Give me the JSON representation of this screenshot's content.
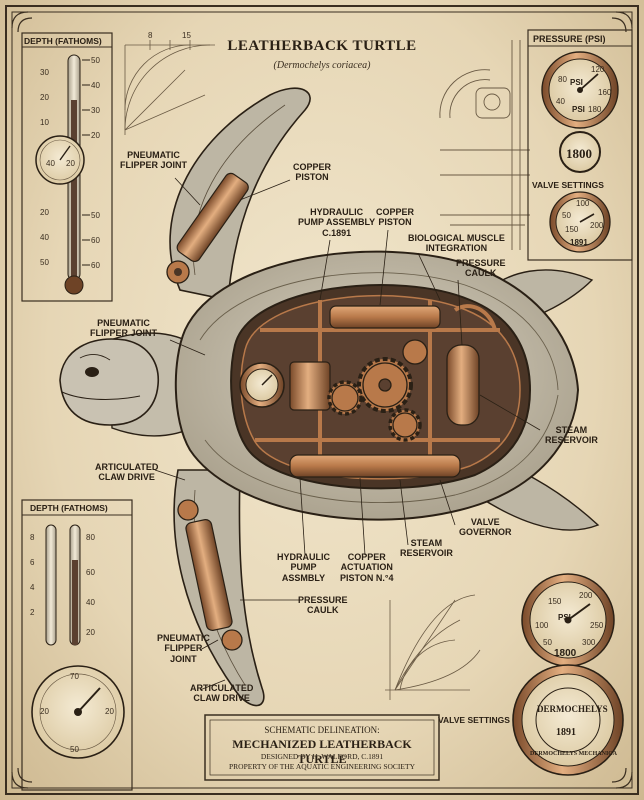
{
  "title": "LEATHERBACK TURTLE",
  "subtitle": "(Dermochelys coriacea)",
  "panels": {
    "depth_top": "DEPTH (FATHOMS)",
    "depth_bottom": "DEPTH (FATHOMS)",
    "pressure": "PRESSURE (PSI)",
    "valve_top": "VALVE SETTINGS",
    "valve_bottom": "VALVE SETTINGS"
  },
  "gauges": {
    "psi_label": "PSI",
    "counter_top": "1800",
    "counter_bottom": "1800",
    "valve_year": "1891",
    "medallion_top": "DERMOCHELYS",
    "medallion_bottom": "DERMOCHELYS MECHANICA",
    "medallion_year": "1891"
  },
  "protractor_ticks": [
    "8",
    "15"
  ],
  "labels": {
    "pneumatic_flipper_joint_top": "PNEUMATIC\nFLIPPER JOINT",
    "copper_piston_top": "COPPER\nPISTON",
    "hydraulic_pump_top": "HYDRAULIC\nPUMP ASSEMBLY\nC.1891",
    "copper_piston_center": "COPPER\nPISTON",
    "biological_muscle": "BIOLOGICAL MUSCLE\nINTEGRATION",
    "pressure_caulk_top": "PRESSURE\nCAULK",
    "pneumatic_flipper_joint_left": "PNEUMATIC\nFLIPPER JOINT",
    "steam_reservoir_right": "STEAM\nRESERVOIR",
    "articulated_claw_top": "ARTICULATED\nCLAW DRIVE",
    "valve_governor": "VALVE\nGOVERNOR",
    "steam_reservoir_bottom": "STEAM\nRESERVOIR",
    "copper_actuation": "COPPER\nACTUATION\nPISTON N.°4",
    "hydraulic_pump_bottom": "HYDRAULIC\nPUMP\nASSMBLY",
    "pressure_caulk_bottom": "PRESSURE\nCAULK",
    "pneumatic_flipper_joint_bottom": "PNEUMATIC\nFLIPPER\nJOINT",
    "articulated_claw_bottom": "ARTICULATED\nCLAW DRIVE"
  },
  "cartouche": {
    "line1": "SCHEMATIC DELINEATION:",
    "line2": "MECHANIZED LEATHERBACK TURTLE",
    "line3": "DESIGNED BY H. WALFORD, C.1891",
    "line4": "PROPERTY OF THE AQUATIC ENGINEERING SOCIETY"
  },
  "colors": {
    "ink": "#2a2015",
    "copper": "#b8794a",
    "brass": "#c69a5a",
    "shell": "#c9c2b2",
    "parchment": "#ecdfc2"
  }
}
